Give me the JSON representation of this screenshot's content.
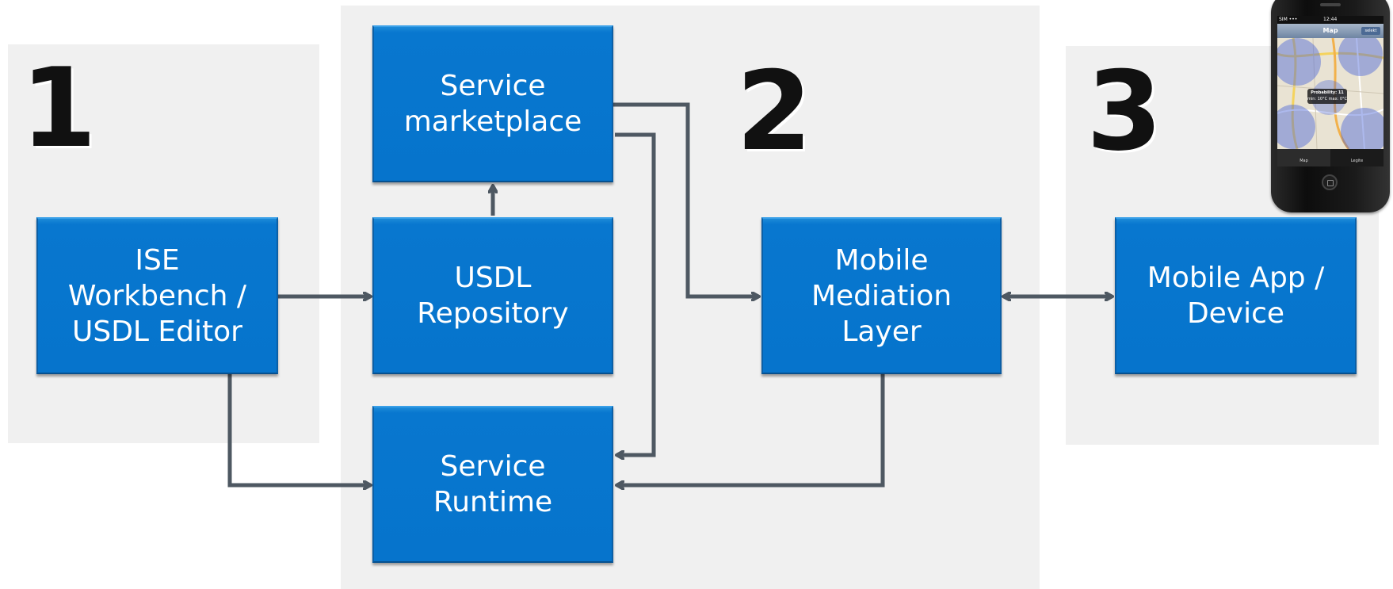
{
  "regions": {
    "one": {
      "number": "1"
    },
    "two": {
      "number": "2"
    },
    "three": {
      "number": "3"
    }
  },
  "boxes": {
    "ise_workbench": {
      "lines": [
        "ISE",
        "Workbench /",
        "USDL Editor"
      ]
    },
    "service_marketplace": {
      "lines": [
        "Service",
        "marketplace"
      ]
    },
    "usdl_repository": {
      "lines": [
        "USDL",
        "Repository"
      ]
    },
    "service_runtime": {
      "lines": [
        "Service",
        "Runtime"
      ]
    },
    "mobile_mediation": {
      "lines": [
        "Mobile",
        "Mediation",
        "Layer"
      ]
    },
    "mobile_app": {
      "lines": [
        "Mobile App /",
        "Device"
      ]
    }
  },
  "phone": {
    "status_time": "12:44",
    "status_carrier": "SIM •••",
    "nav_title": "Map",
    "nav_button": "selekt",
    "tooltip_title": "Probability: 11",
    "tooltip_sub": "min: 10°C max: 0°C",
    "tabs": [
      "Map",
      "Legite"
    ]
  },
  "colors": {
    "box_fill": "#0674cc",
    "region_bg": "#f0f0f0",
    "connector": "#4e5862"
  }
}
